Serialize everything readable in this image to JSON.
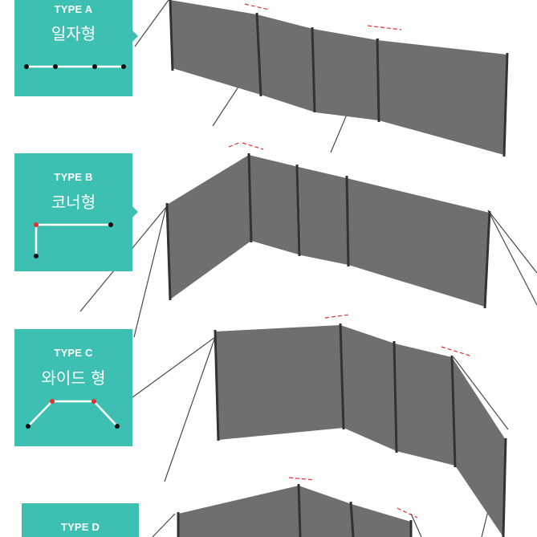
{
  "types": [
    {
      "label": "TYPE A",
      "name": "일자형",
      "icon": "straight-layout-icon"
    },
    {
      "label": "TYPE B",
      "name": "코너형",
      "icon": "corner-layout-icon"
    },
    {
      "label": "TYPE C",
      "name": "와이드 형",
      "icon": "wide-layout-icon"
    },
    {
      "label": "TYPE D",
      "name": "",
      "icon": "layout-icon"
    }
  ],
  "colors": {
    "card": "#3dbfb1",
    "panel": "#6f6f6f",
    "pole": "#3a3a3a",
    "guyline": "#4a4a4a",
    "accent": "#e03030"
  }
}
